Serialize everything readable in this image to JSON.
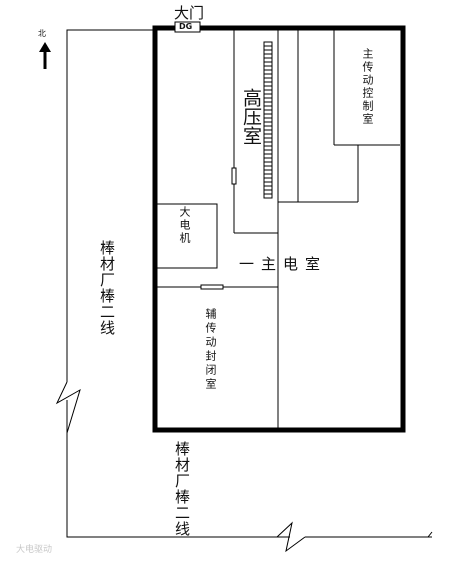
{
  "north": {
    "label": "北"
  },
  "gate": {
    "label": "大门",
    "code": "DG"
  },
  "rooms": {
    "high_voltage": "高压室",
    "main_drive_control": "主传动控制室",
    "large_motor": "大电机",
    "main_electric": "一主电室",
    "aux_drive_enclosed": "辅传动封闭室"
  },
  "surroundings": {
    "rod_mill_left": "棒材厂棒二线",
    "rod_mill_bottom": "棒材厂棒二线"
  },
  "watermark": {
    "label": "大电驱动"
  },
  "colors": {
    "line": "#000000",
    "background": "#ffffff",
    "text": "#111111",
    "watermark": "#c8c8c8"
  }
}
